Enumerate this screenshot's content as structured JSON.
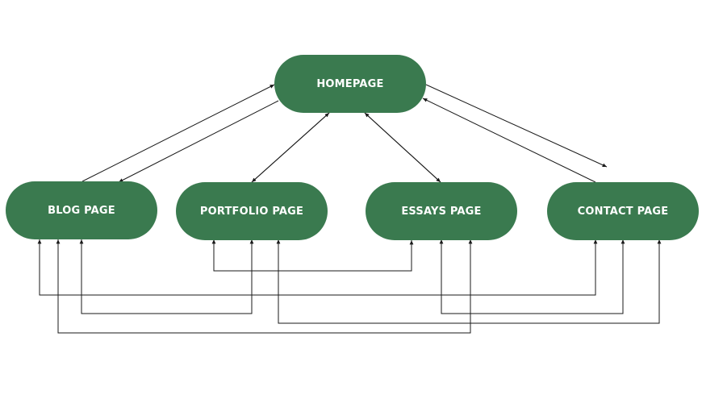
{
  "theme": {
    "node_color": "#3a7a4f",
    "line_color": "#1a1a1a",
    "text_color": "#ffffff"
  },
  "nodes": {
    "home": {
      "label": "HOMEPAGE"
    },
    "blog": {
      "label": "BLOG PAGE"
    },
    "portfolio": {
      "label": "PORTFOLIO PAGE"
    },
    "essays": {
      "label": "ESSAYS PAGE"
    },
    "contact": {
      "label": "CONTACT PAGE"
    }
  },
  "edges": [
    {
      "from": "blog",
      "to": "home"
    },
    {
      "from": "home",
      "to": "blog"
    },
    {
      "from": "portfolio",
      "to": "home"
    },
    {
      "from": "home",
      "to": "portfolio"
    },
    {
      "from": "essays",
      "to": "home"
    },
    {
      "from": "home",
      "to": "essays"
    },
    {
      "from": "contact",
      "to": "home"
    },
    {
      "from": "home",
      "to": "contact"
    },
    {
      "from": "portfolio",
      "to": "essays"
    },
    {
      "from": "essays",
      "to": "portfolio"
    },
    {
      "from": "blog",
      "to": "contact"
    },
    {
      "from": "contact",
      "to": "blog"
    },
    {
      "from": "portfolio",
      "to": "blog"
    },
    {
      "from": "blog",
      "to": "portfolio"
    },
    {
      "from": "essays",
      "to": "blog"
    },
    {
      "from": "blog",
      "to": "essays"
    },
    {
      "from": "essays",
      "to": "contact"
    },
    {
      "from": "contact",
      "to": "essays"
    },
    {
      "from": "portfolio",
      "to": "contact"
    },
    {
      "from": "contact",
      "to": "portfolio"
    }
  ]
}
